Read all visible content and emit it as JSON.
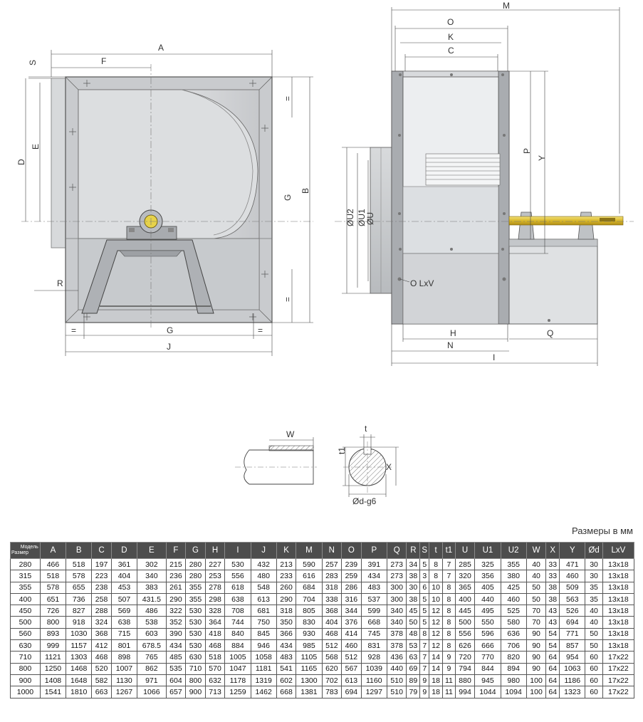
{
  "drawing": {
    "front_labels": {
      "A": "A",
      "F": "F",
      "S": "S",
      "D": "D",
      "E": "E",
      "G_right": "G",
      "B": "B",
      "eq_top": "=",
      "eq_bottom": "=",
      "R": "R",
      "eq_left": "=",
      "G_bottom": "G",
      "eq_right": "=",
      "J": "J"
    },
    "side_labels": {
      "M": "M",
      "O": "O",
      "K": "K",
      "C": "C",
      "P": "P",
      "Y": "Y",
      "U2": "ØU2",
      "U1": "ØU1",
      "U": "ØU",
      "LxV": "O LxV",
      "H": "H",
      "Q": "Q",
      "N": "N",
      "I": "I"
    },
    "detail_labels": {
      "W": "W",
      "t": "t",
      "t1": "t1",
      "X": "X",
      "d": "Ød-g6"
    }
  },
  "table": {
    "units_caption": "Размеры в мм",
    "corner_top": "Модель",
    "corner_bottom": "Размер",
    "headers": [
      "A",
      "B",
      "C",
      "D",
      "E",
      "F",
      "G",
      "H",
      "I",
      "J",
      "K",
      "M",
      "N",
      "O",
      "P",
      "Q",
      "R",
      "S",
      "t",
      "t1",
      "U",
      "U1",
      "U2",
      "W",
      "X",
      "Y",
      "Ød",
      "LxV"
    ],
    "rows": [
      [
        "280",
        "466",
        "518",
        "197",
        "361",
        "302",
        "215",
        "280",
        "227",
        "530",
        "432",
        "213",
        "590",
        "257",
        "239",
        "391",
        "273",
        "34",
        "5",
        "8",
        "7",
        "285",
        "325",
        "355",
        "40",
        "33",
        "471",
        "30",
        "13x18"
      ],
      [
        "315",
        "518",
        "578",
        "223",
        "404",
        "340",
        "236",
        "280",
        "253",
        "556",
        "480",
        "233",
        "616",
        "283",
        "259",
        "434",
        "273",
        "38",
        "3",
        "8",
        "7",
        "320",
        "356",
        "380",
        "40",
        "33",
        "460",
        "30",
        "13x18"
      ],
      [
        "355",
        "578",
        "655",
        "238",
        "453",
        "383",
        "261",
        "355",
        "278",
        "618",
        "548",
        "260",
        "684",
        "318",
        "286",
        "483",
        "300",
        "30",
        "6",
        "10",
        "8",
        "365",
        "405",
        "425",
        "50",
        "38",
        "509",
        "35",
        "13x18"
      ],
      [
        "400",
        "651",
        "736",
        "258",
        "507",
        "431.5",
        "290",
        "355",
        "298",
        "638",
        "613",
        "290",
        "704",
        "338",
        "316",
        "537",
        "300",
        "38",
        "5",
        "10",
        "8",
        "400",
        "440",
        "460",
        "50",
        "38",
        "563",
        "35",
        "13x18"
      ],
      [
        "450",
        "726",
        "827",
        "288",
        "569",
        "486",
        "322",
        "530",
        "328",
        "708",
        "681",
        "318",
        "805",
        "368",
        "344",
        "599",
        "340",
        "45",
        "5",
        "12",
        "8",
        "445",
        "495",
        "525",
        "70",
        "43",
        "526",
        "40",
        "13x18"
      ],
      [
        "500",
        "800",
        "918",
        "324",
        "638",
        "538",
        "352",
        "530",
        "364",
        "744",
        "750",
        "350",
        "830",
        "404",
        "376",
        "668",
        "340",
        "50",
        "5",
        "12",
        "8",
        "500",
        "550",
        "580",
        "70",
        "43",
        "694",
        "40",
        "13x18"
      ],
      [
        "560",
        "893",
        "1030",
        "368",
        "715",
        "603",
        "390",
        "530",
        "418",
        "840",
        "845",
        "366",
        "930",
        "468",
        "414",
        "745",
        "378",
        "48",
        "8",
        "12",
        "8",
        "556",
        "596",
        "636",
        "90",
        "54",
        "771",
        "50",
        "13x18"
      ],
      [
        "630",
        "999",
        "1157",
        "412",
        "801",
        "678.5",
        "434",
        "530",
        "468",
        "884",
        "946",
        "434",
        "985",
        "512",
        "460",
        "831",
        "378",
        "53",
        "7",
        "12",
        "8",
        "626",
        "666",
        "706",
        "90",
        "54",
        "857",
        "50",
        "13x18"
      ],
      [
        "710",
        "1121",
        "1303",
        "468",
        "898",
        "765",
        "485",
        "630",
        "518",
        "1005",
        "1058",
        "483",
        "1105",
        "568",
        "512",
        "928",
        "436",
        "63",
        "7",
        "14",
        "9",
        "720",
        "770",
        "820",
        "90",
        "64",
        "954",
        "60",
        "17x22"
      ],
      [
        "800",
        "1250",
        "1468",
        "520",
        "1007",
        "862",
        "535",
        "710",
        "570",
        "1047",
        "1181",
        "541",
        "1165",
        "620",
        "567",
        "1039",
        "440",
        "69",
        "7",
        "14",
        "9",
        "794",
        "844",
        "894",
        "90",
        "64",
        "1063",
        "60",
        "17x22"
      ],
      [
        "900",
        "1408",
        "1648",
        "582",
        "1130",
        "971",
        "604",
        "800",
        "632",
        "1178",
        "1319",
        "602",
        "1300",
        "702",
        "613",
        "1160",
        "510",
        "89",
        "9",
        "18",
        "11",
        "880",
        "945",
        "980",
        "100",
        "64",
        "1186",
        "60",
        "17x22"
      ],
      [
        "1000",
        "1541",
        "1810",
        "663",
        "1267",
        "1066",
        "657",
        "900",
        "713",
        "1259",
        "1462",
        "668",
        "1381",
        "783",
        "694",
        "1297",
        "510",
        "79",
        "9",
        "18",
        "11",
        "994",
        "1044",
        "1094",
        "100",
        "64",
        "1323",
        "60",
        "17x22"
      ]
    ]
  }
}
